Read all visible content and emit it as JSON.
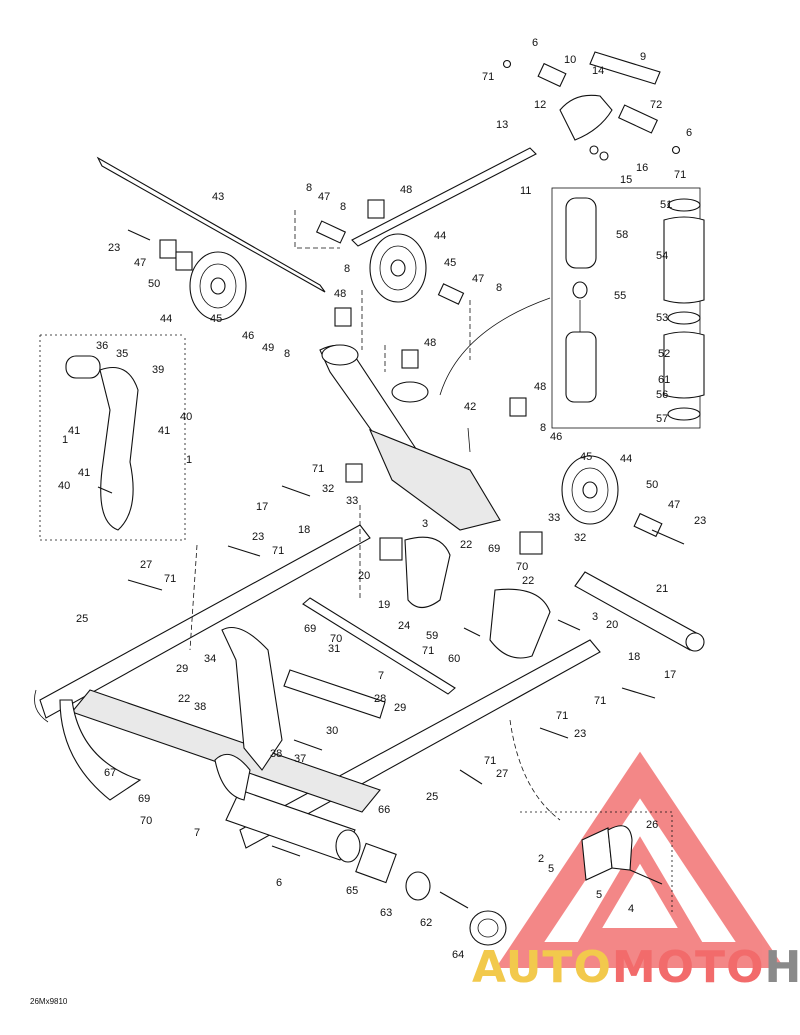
{
  "diagram": {
    "code": "26Mx9810",
    "callouts": [
      "1",
      "2",
      "3",
      "4",
      "5",
      "6",
      "7",
      "8",
      "9",
      "10",
      "11",
      "12",
      "13",
      "14",
      "15",
      "16",
      "17",
      "18",
      "19",
      "20",
      "21",
      "22",
      "23",
      "24",
      "25",
      "26",
      "27",
      "28",
      "29",
      "30",
      "31",
      "32",
      "33",
      "34",
      "35",
      "36",
      "37",
      "38",
      "39",
      "40",
      "41",
      "42",
      "43",
      "44",
      "45",
      "46",
      "47",
      "48",
      "49",
      "50",
      "51",
      "52",
      "53",
      "54",
      "55",
      "56",
      "57",
      "58",
      "59",
      "60",
      "61",
      "62",
      "63",
      "64",
      "65",
      "66",
      "67",
      "69",
      "70",
      "71",
      "72"
    ]
  },
  "watermark": {
    "brand": "AUTOMOTOHUB",
    "part1": "AUTO",
    "part2": "MOTO",
    "part3": "HUB",
    "colors": {
      "auto": "#f2c94c",
      "moto": "#f26b6b",
      "hub": "#8a8a8a",
      "triangle": "#f06060"
    }
  }
}
